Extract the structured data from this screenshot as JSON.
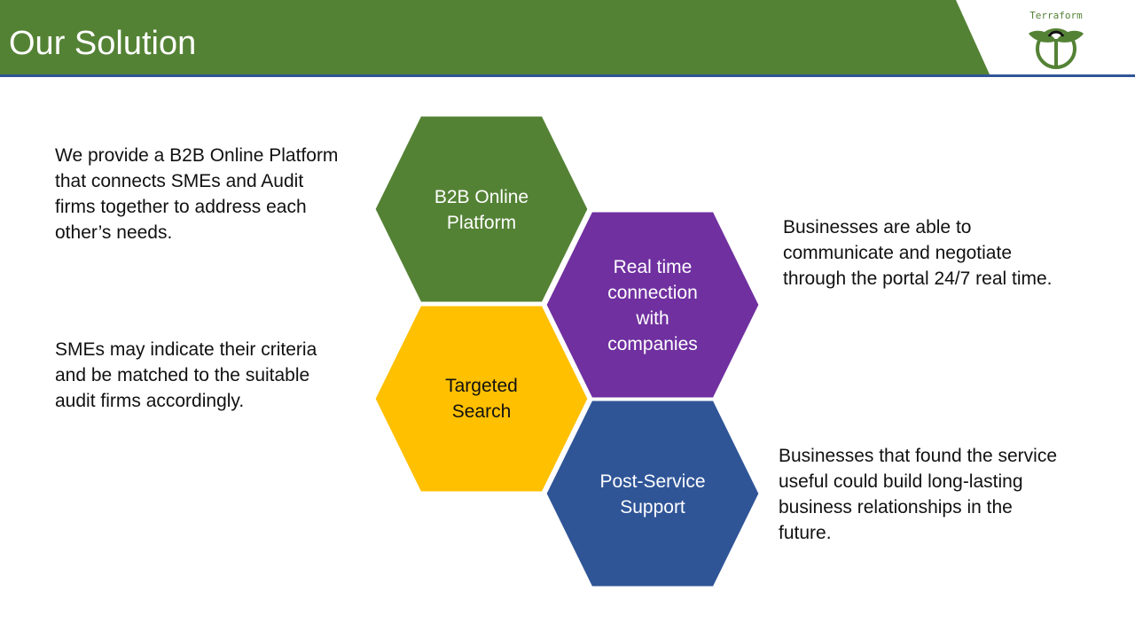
{
  "slide": {
    "title": "Our Solution",
    "logo_text": "Terraform"
  },
  "colors": {
    "header_green": "#548235",
    "header_line": "#2f5597",
    "green": "#548235",
    "purple": "#7030a0",
    "yellow": "#ffc000",
    "blue": "#2f5597"
  },
  "hexagons": [
    {
      "label": "B2B Online Platform",
      "lines": [
        "B2B Online",
        "Platform"
      ],
      "color_key": "green"
    },
    {
      "label": "Real time connection with companies",
      "lines": [
        "Real time",
        "connection",
        "with",
        "companies"
      ],
      "color_key": "purple"
    },
    {
      "label": "Targeted Search",
      "lines": [
        "Targeted",
        "Search"
      ],
      "color_key": "yellow",
      "text_dark": true
    },
    {
      "label": "Post-Service Support",
      "lines": [
        "Post-Service",
        "Support"
      ],
      "color_key": "blue"
    }
  ],
  "descriptions": {
    "platform": [
      "We provide a B2B Online Platform",
      "that connects SMEs and Audit",
      "firms together to address each",
      "other’s needs."
    ],
    "realtime": [
      "Businesses are able to",
      "communicate and negotiate",
      "through the portal 24/7 real time."
    ],
    "search": [
      "SMEs may indicate their criteria",
      "and be matched to the suitable",
      "audit firms accordingly."
    ],
    "support": [
      "Businesses that found the service",
      "useful could build long-lasting",
      "business relationships in the",
      "future."
    ]
  }
}
